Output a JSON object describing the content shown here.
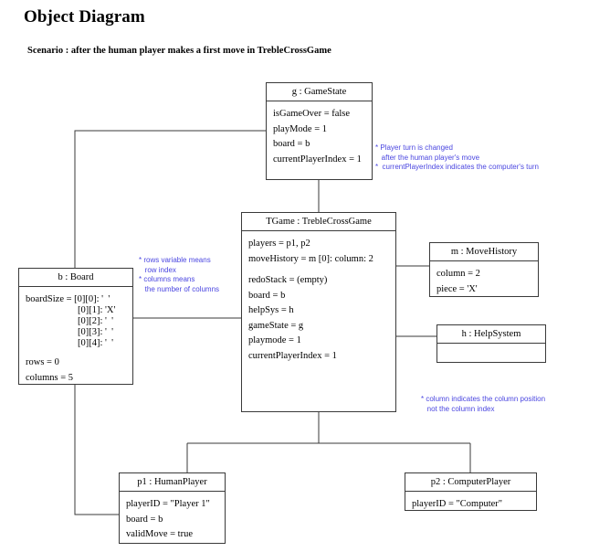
{
  "header": {
    "title": "Object Diagram",
    "subtitle": "Scenario : after the human player makes a first move in TrebleCrossGame"
  },
  "objects": {
    "gamestate": {
      "name": "g : GameState",
      "attrs": [
        "isGameOver = false",
        "playMode = 1",
        "board = b",
        "currentPlayerIndex = 1"
      ]
    },
    "tgame": {
      "name": "TGame : TrebleCrossGame",
      "attrs": [
        "players = p1, p2",
        "moveHistory = m [0]: column: 2",
        "",
        "redoStack = (empty)",
        "board = b",
        "helpSys = h",
        "gameState = g",
        "playmode = 1",
        "currentPlayerIndex = 1"
      ]
    },
    "movehistory": {
      "name": "m : MoveHistory",
      "attrs": [
        "column = 2",
        "piece = 'X'"
      ]
    },
    "helpsystem": {
      "name": "h : HelpSystem",
      "attrs": []
    },
    "board": {
      "name": "b : Board",
      "array_label": "boardSize = ",
      "array_rows": [
        "[0][0]: '  '",
        "[0][1]: 'X'",
        "[0][2]: '  '",
        "[0][3]: '  '",
        "[0][4]: '  '"
      ],
      "attrs": [
        "rows = 0",
        "columns = 5"
      ]
    },
    "humanplayer": {
      "name": "p1 : HumanPlayer",
      "attrs": [
        "playerID = \"Player 1\"",
        "board = b",
        "validMove = true"
      ]
    },
    "computerplayer": {
      "name": "p2 : ComputerPlayer",
      "attrs": [
        "playerID = \"Computer\""
      ]
    }
  },
  "notes": {
    "player_turn": "* Player turn is changed\n   after the human player's move\n*  currentPlayerIndex indicates the computer's turn",
    "rows_columns": "* rows variable means\n   row index\n* columns means\n   the number of columns",
    "column_position": "* column indicates the column position\n   not the column index"
  },
  "colors": {
    "note_text": "#4a46e0",
    "box_border": "#3a3a3a",
    "connector": "#3a3a3a",
    "background": "#ffffff"
  }
}
